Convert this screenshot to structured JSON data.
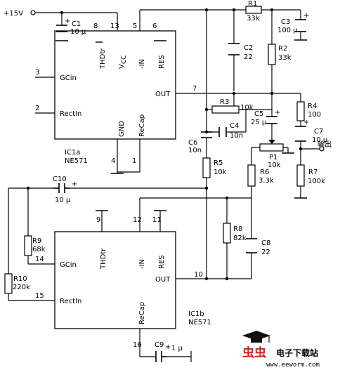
{
  "supply": {
    "label": "+15V"
  },
  "ic1a": {
    "name": "IC1a",
    "part": "NE571",
    "pins": {
      "thdtr": "THDtr",
      "vcc": "V",
      "vcc_sub": "CC",
      "in_neg": "-IN",
      "res": "RES",
      "gcin": "GCin",
      "rectin": "RectIn",
      "out": "OUT",
      "gnd": "GND",
      "recap": "ReCap"
    },
    "pin_numbers": {
      "thdtr": "8",
      "vcc": "13",
      "in_neg": "5",
      "res": "6",
      "gcin": "3",
      "rectin": "2",
      "out": "7",
      "gnd": "4",
      "recap": "1"
    }
  },
  "ic1b": {
    "name": "IC1b",
    "part": "NE571",
    "pins": {
      "thdtr": "THDtr",
      "in_neg": "-IN",
      "res": "RES",
      "gcin": "GCin",
      "rectin": "RectIn",
      "out": "OUT",
      "recap": "ReCap"
    },
    "pin_numbers": {
      "thdtr": "9",
      "in_neg": "12",
      "res": "11",
      "gcin": "14",
      "rectin": "15",
      "out": "10",
      "recap": "16"
    }
  },
  "components": {
    "c1": {
      "name": "C1",
      "value": "10 μ"
    },
    "r1": {
      "name": "R1",
      "value": "33k"
    },
    "c3": {
      "name": "C3",
      "value": "100 μ"
    },
    "c2": {
      "name": "C2",
      "value": "22"
    },
    "r2": {
      "name": "R2",
      "value": "33k"
    },
    "r3": {
      "name": "R3",
      "value": "10k"
    },
    "c4": {
      "name": "C4",
      "value": "10n"
    },
    "c5": {
      "name": "C5",
      "value": "25 μ"
    },
    "r4": {
      "name": "R4",
      "value": "100"
    },
    "c7": {
      "name": "C7",
      "value": "10 μ"
    },
    "c6": {
      "name": "C6",
      "value": "10n"
    },
    "r5": {
      "name": "R5",
      "value": "10k"
    },
    "p1": {
      "name": "P1",
      "value": "10k"
    },
    "r6": {
      "name": "R6",
      "value": "3.3k"
    },
    "r7": {
      "name": "R7",
      "value": "100k"
    },
    "c10": {
      "name": "C10",
      "value": "10 μ"
    },
    "r9": {
      "name": "R9",
      "value": "68k"
    },
    "r10": {
      "name": "R10",
      "value": "220k"
    },
    "r8": {
      "name": "R8",
      "value": "82k"
    },
    "c8": {
      "name": "C8",
      "value": "22"
    },
    "c9": {
      "name": "C9",
      "value": "1 μ"
    }
  },
  "output_label": "输出",
  "watermark": {
    "cn": "电子下载站",
    "logo": "虫虫",
    "url": "www.eeworm.com"
  }
}
